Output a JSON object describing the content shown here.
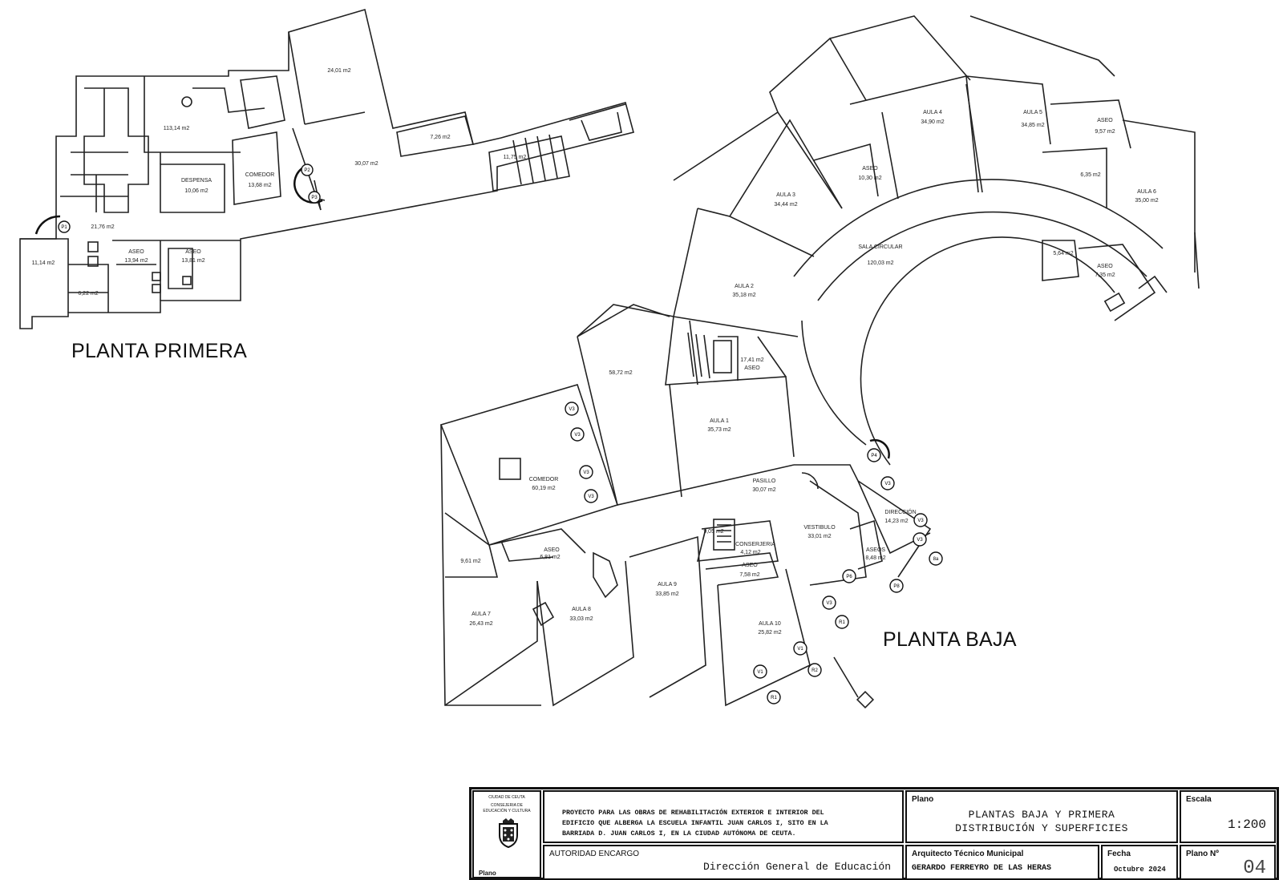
{
  "plan_titles": {
    "first_floor": "PLANTA PRIMERA",
    "ground_floor": "PLANTA BAJA"
  },
  "first_floor_rooms": [
    {
      "name": "",
      "area": "24,01 m2"
    },
    {
      "name": "",
      "area": "113,14 m2"
    },
    {
      "name": "",
      "area": "7,26 m2"
    },
    {
      "name": "",
      "area": "30,07 m2"
    },
    {
      "name": "",
      "area": "11,75 m2"
    },
    {
      "name": "DESPENSA",
      "area": "10,06 m2"
    },
    {
      "name": "COMEDOR",
      "area": "13,68 m2"
    },
    {
      "name": "",
      "area": "21,76 m2"
    },
    {
      "name": "",
      "area": "11,14 m2"
    },
    {
      "name": "ASEO",
      "area": "13,94 m2"
    },
    {
      "name": "ASEO",
      "area": "13,81 m2"
    },
    {
      "name": "",
      "area": "6,22 m2"
    }
  ],
  "ground_floor_rooms": [
    {
      "name": "AULA 4",
      "area": "34,90 m2"
    },
    {
      "name": "AULA 5",
      "area": "34,85 m2"
    },
    {
      "name": "ASEO",
      "area": "9,57 m2"
    },
    {
      "name": "ASEO",
      "area": "10,30 m2"
    },
    {
      "name": "",
      "area": "6,35 m2"
    },
    {
      "name": "AULA 6",
      "area": "35,00 m2"
    },
    {
      "name": "AULA 3",
      "area": "34,44 m2"
    },
    {
      "name": "SALA CIRCULAR",
      "area": "120,03 m2"
    },
    {
      "name": "",
      "area": "5,64 m2"
    },
    {
      "name": "ASEO",
      "area": "7,35 m2"
    },
    {
      "name": "AULA 2",
      "area": "35,18 m2"
    },
    {
      "name": "ASEO",
      "area": "17,41 m2"
    },
    {
      "name": "",
      "area": "58,72 m2"
    },
    {
      "name": "AULA 1",
      "area": "35,73 m2"
    },
    {
      "name": "COMEDOR",
      "area": "60,19 m2"
    },
    {
      "name": "PASILLO",
      "area": "30,07 m2"
    },
    {
      "name": "DIRECCIÓN",
      "area": "14,23 m2"
    },
    {
      "name": "VESTIBULO",
      "area": "33,01 m2"
    },
    {
      "name": "",
      "area": "9,05 m2"
    },
    {
      "name": "CONSERJERIA",
      "area": "4,12 m2"
    },
    {
      "name": "ASEO",
      "area": "6,81 m2"
    },
    {
      "name": "ASEO",
      "area": "7,58 m2"
    },
    {
      "name": "ASEOS",
      "area": "8,48 m2"
    },
    {
      "name": "",
      "area": "9,61 m2"
    },
    {
      "name": "AULA 9",
      "area": "33,85 m2"
    },
    {
      "name": "AULA 7",
      "area": "26,43 m2"
    },
    {
      "name": "AULA 8",
      "area": "33,03 m2"
    },
    {
      "name": "AULA 10",
      "area": "25,82 m2"
    }
  ],
  "markers_first_floor": [
    "P1",
    "P2",
    "P3"
  ],
  "markers_ground_floor": [
    "V3",
    "V3",
    "V3",
    "V3",
    "P4",
    "V3",
    "V3",
    "V3",
    "8a",
    "P6",
    "P8",
    "V3",
    "R1",
    "V1",
    "V1",
    "R2",
    "R1"
  ],
  "title_block": {
    "entity_line1": "CIUDAD DE CEUTA",
    "entity_line2": "CONSEJERIA DE",
    "entity_line3": "EDUCACIÓN Y CULTURA",
    "project_line1": "PROYECTO PARA LAS OBRAS DE REHABILITACIÓN EXTERIOR E INTERIOR DEL",
    "project_line2": "EDIFICIO QUE ALBERGA LA ESCUELA INFANTIL JUAN CARLOS I, SITO EN LA",
    "project_line3": "BARRIADA D. JUAN CARLOS I, EN LA CIUDAD AUTÓNOMA DE CEUTA.",
    "plano_label": "Plano",
    "plano_line1": "PLANTAS BAJA Y PRIMERA",
    "plano_line2": "DISTRIBUCIÓN Y SUPERFICIES",
    "escala_label": "Escala",
    "escala_value": "1:200",
    "autoridad_label": "AUTORIDAD ENCARGO",
    "autoridad_value": "Dirección General de Educación",
    "arquitecto_label": "Arquitecto Técnico Municipal",
    "arquitecto_value": "GERARDO FERREYRO DE LAS HERAS",
    "fecha_label": "Fecha",
    "fecha_value": "Octubre 2024",
    "plano_num_label": "Plano Nº",
    "plano_num_value": "04",
    "side_label": "Plano"
  }
}
